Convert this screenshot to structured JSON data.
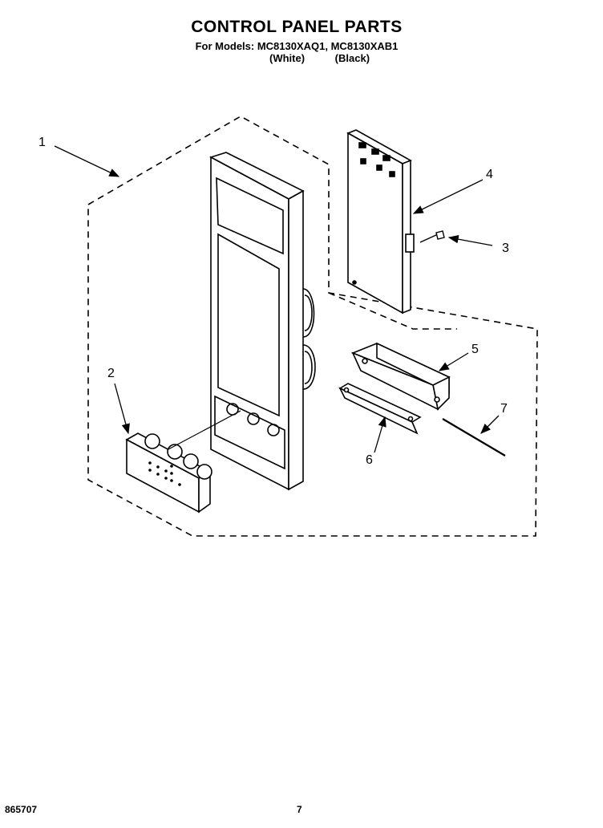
{
  "header": {
    "title": "CONTROL PANEL PARTS",
    "subtitle": "For Models: MC8130XAQ1, MC8130XAB1",
    "variant_white": "(White)",
    "variant_black": "(Black)"
  },
  "callouts": [
    "1",
    "2",
    "3",
    "4",
    "5",
    "6",
    "7"
  ],
  "footer": {
    "doc_number": "865707",
    "page_number": "7"
  }
}
